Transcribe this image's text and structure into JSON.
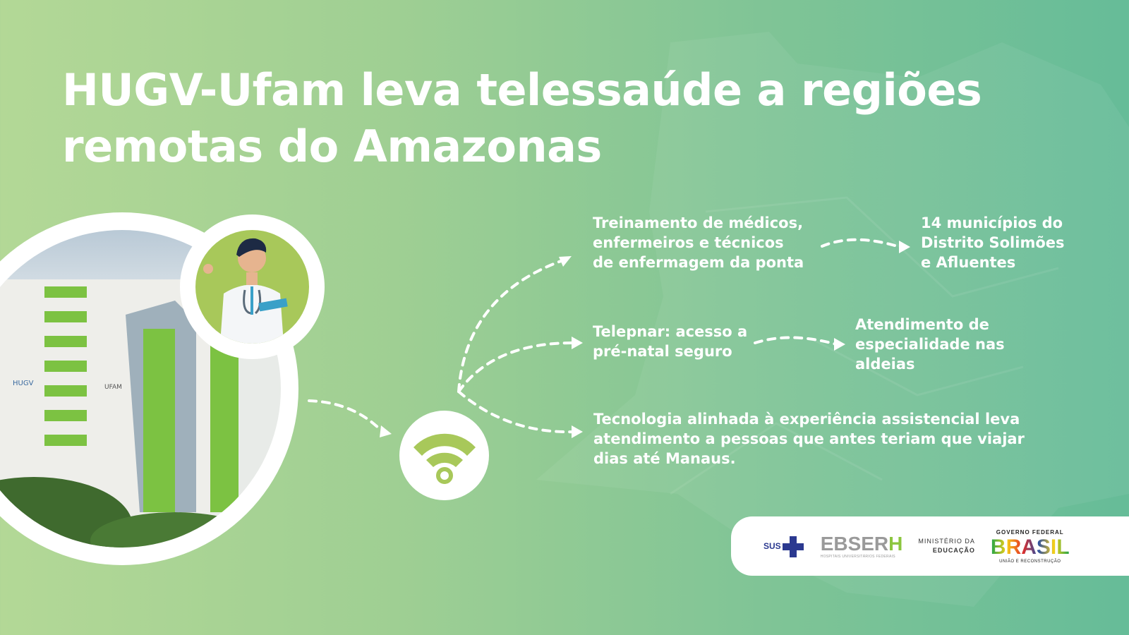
{
  "title": {
    "line1": "HUGV-Ufam leva telessaúde a regiões",
    "line2": "remotas do Amazonas"
  },
  "items": {
    "training": "Treinamento de médicos,\nenfermeiros e técnicos\nde enfermagem da ponta",
    "municipalities": "14 municípios do\nDistrito Solimões\ne Afluentes",
    "telepnar": "Telepnar: acesso a\npré-natal seguro",
    "specialty": "Atendimento de\nespecialidade nas\naldeias",
    "technology": "Tecnologia alinhada à experiência assistencial leva\natendimento a pessoas que antes teriam que viajar\ndias até Manaus."
  },
  "building": {
    "sign1": "HUGV",
    "sign2": "UFAM"
  },
  "footer": {
    "sus": "SUS",
    "ebserh": "EBSER",
    "ebserh_h": "H",
    "ebserh_sub": "HOSPITAIS UNIVERSITÁRIOS FEDERAIS",
    "ministerio1": "MINISTÉRIO DA",
    "ministerio2": "EDUCAÇÃO",
    "gov_top": "GOVERNO FEDERAL",
    "gov_brasil": "BRASIL",
    "gov_bottom": "UNIÃO E RECONSTRUÇÃO"
  },
  "colors": {
    "accent_green": "#a8c85a",
    "bg_left": "#b3d896",
    "bg_right": "#66bc98"
  },
  "icons": [
    "wifi-icon",
    "doctor-illustration",
    "building-photo"
  ]
}
